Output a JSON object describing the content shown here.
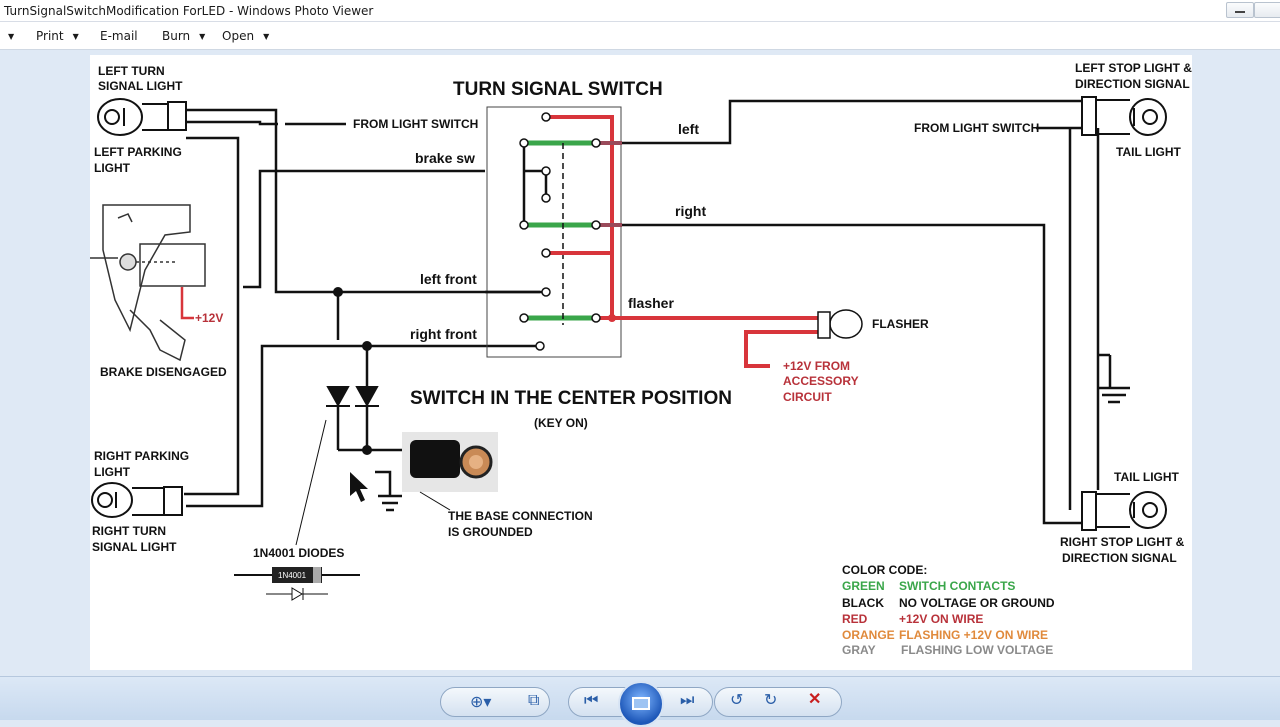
{
  "window": {
    "title": "TurnSignalSwitchModification ForLED - Windows Photo Viewer"
  },
  "menu": {
    "print": "Print",
    "email": "E-mail",
    "burn": "Burn",
    "open": "Open"
  },
  "diagram": {
    "title": "TURN SIGNAL SWITCH",
    "position_title": "SWITCH IN THE CENTER POSITION",
    "key_on": "(KEY ON)",
    "left_turn_1": "LEFT TURN",
    "left_turn_2": "SIGNAL LIGHT",
    "left_parking_1": "LEFT PARKING",
    "left_parking_2": "LIGHT",
    "brake_12v": "+12V",
    "brake_disengaged": "BRAKE DISENGAGED",
    "right_parking_1": "RIGHT PARKING",
    "right_parking_2": "LIGHT",
    "right_turn_1": "RIGHT TURN",
    "right_turn_2": "SIGNAL LIGHT",
    "diodes": "1N4001 DIODES",
    "diode_body": "1N4001",
    "from_light_switch": "FROM LIGHT SWITCH",
    "brake_sw": "brake sw",
    "left_front": "left front",
    "right_front": "right front",
    "left": "left",
    "right": "right",
    "flasher_wire": "flasher",
    "flasher": "FLASHER",
    "acc_1": "+12V FROM",
    "acc_2": "ACCESSORY",
    "acc_3": "CIRCUIT",
    "base_1": "THE BASE CONNECTION",
    "base_2": "IS GROUNDED",
    "lsl_1": "LEFT STOP LIGHT &",
    "lsl_2": "DIRECTION SIGNAL",
    "from_light_switch_r": "FROM LIGHT SWITCH",
    "tail_light_top": "TAIL LIGHT",
    "tail_light_bottom": "TAIL LIGHT",
    "rsl_1": "RIGHT STOP LIGHT &",
    "rsl_2": "DIRECTION  SIGNAL",
    "color_code": {
      "heading": "COLOR CODE:",
      "rows": [
        {
          "name": "GREEN",
          "desc": "SWITCH CONTACTS",
          "color": "#3aa64a"
        },
        {
          "name": "BLACK",
          "desc": "NO VOLTAGE OR GROUND",
          "color": "#111111"
        },
        {
          "name": "RED",
          "desc": "+12V ON WIRE",
          "color": "#b8323a"
        },
        {
          "name": "ORANGE",
          "desc": "FLASHING +12V ON WIRE",
          "color": "#e08a3c"
        },
        {
          "name": "GRAY",
          "desc": "FLASHING LOW VOLTAGE",
          "color": "#8a8a8a"
        }
      ]
    }
  },
  "colors": {
    "wire_red": "#d8353b",
    "contact_green": "#3aa64a",
    "wire_black": "#111111"
  },
  "toolbar_icons": [
    "zoom-icon",
    "fit-icon",
    "previous-icon",
    "slideshow-icon",
    "next-icon",
    "rotate-left-icon",
    "rotate-right-icon",
    "delete-icon"
  ]
}
